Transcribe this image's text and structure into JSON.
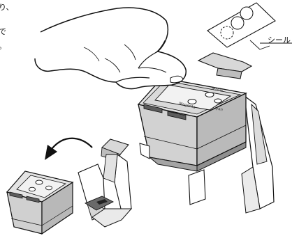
{
  "captions": {
    "line1": "り、",
    "line2": "で",
    "line3": "。"
  },
  "sticker": {
    "label": "シール"
  },
  "cartridge_labels": {
    "yellow": "Yellow",
    "magenta": "Magenta",
    "cyan": "Cyan"
  },
  "colors": {
    "stroke": "#111111",
    "body_gray": "#d4d4d4",
    "side_gray": "#bcbcbc",
    "dark_gray": "#9a9a9a",
    "label_gray": "#e6e6e6"
  },
  "icons": {
    "rotate_arrow": "curved-arrow-left-icon"
  }
}
